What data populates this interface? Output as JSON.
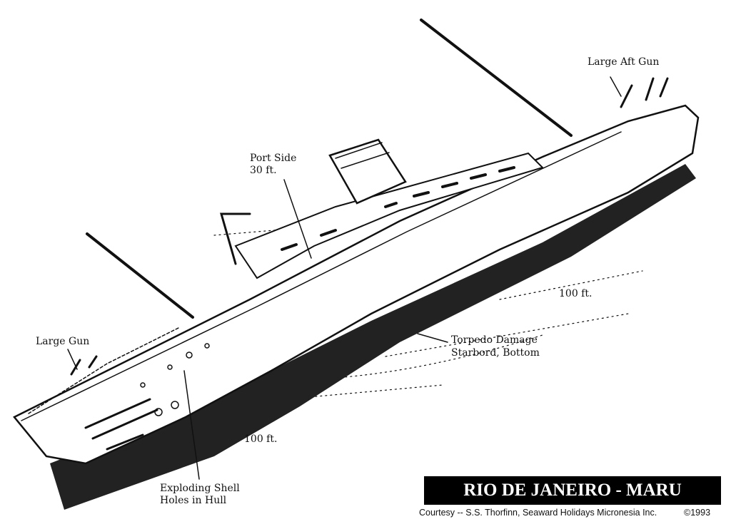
{
  "labels": {
    "aft_gun": "Large Aft Gun",
    "port_side_1": "Port Side",
    "port_side_2": "30 ft.",
    "depth_stern": "100 ft.",
    "torpedo_1": "Torpedo Damage",
    "torpedo_2": "Starbord, Bottom",
    "large_gun": "Large Gun",
    "depth_bow": "100 ft.",
    "shell_1": "Exploding Shell",
    "shell_2": "Holes in Hull"
  },
  "title": "RIO DE JANEIRO - MARU",
  "credit": "Courtesy -- S.S. Thorfinn, Seaward Holidays Micronesia Inc.",
  "copyright": "©1993",
  "colors": {
    "ink": "#111111",
    "paper": "#ffffff"
  }
}
